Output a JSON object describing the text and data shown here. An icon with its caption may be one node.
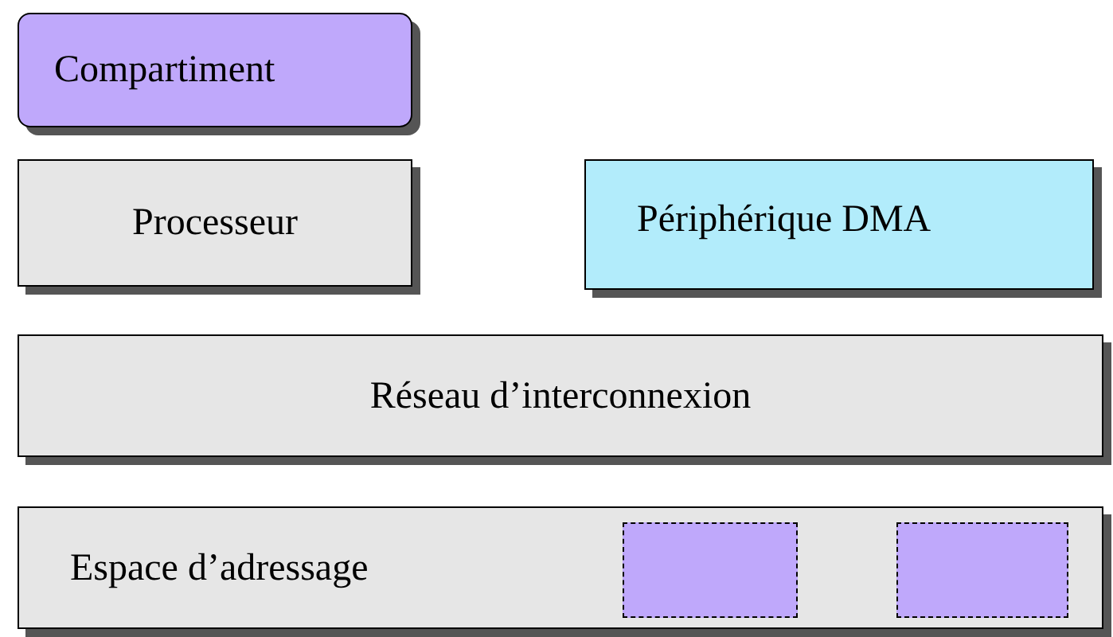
{
  "diagram": {
    "nodes": [
      {
        "text": [
          "Compartiment"
        ]
      },
      {
        "text": [
          "Processeur"
        ]
      },
      {
        "text": [
          "Périphérique DMA"
        ]
      },
      {
        "text": [
          "Réseau d’interconnexion"
        ]
      },
      {
        "text": [
          "Espace d’adressage"
        ]
      },
      {
        "text": [],
        "shape": "box",
        "in": 4
      },
      {
        "text": [],
        "shape": "box",
        "in": 4
      }
    ]
  }
}
